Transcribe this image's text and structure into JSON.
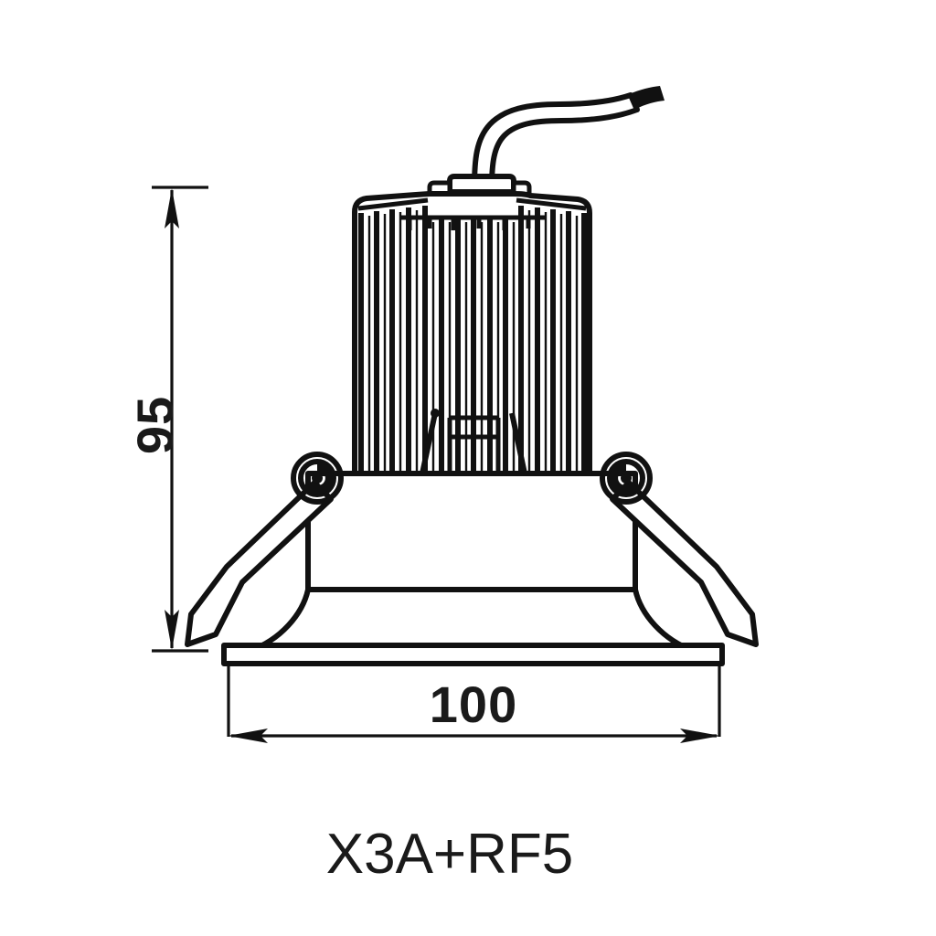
{
  "drawing": {
    "title": "X3A+RF5",
    "product_type": "recessed-led-downlight-technical-drawing",
    "background_color": "#ffffff",
    "line_color": "#111111",
    "dimensions": {
      "height": {
        "label": "95",
        "orientation": "vertical",
        "unit_implied": "mm"
      },
      "width": {
        "label": "100",
        "orientation": "horizontal",
        "unit_implied": "mm"
      }
    },
    "caption": {
      "text": "X3A+RF5"
    },
    "parts": [
      {
        "name": "power-cable",
        "description": "curved flexible cable with solid connector tip"
      },
      {
        "name": "cable-gland",
        "description": "top center cable entry boss"
      },
      {
        "name": "heat-sink",
        "description": "finned aluminium heat sink body"
      },
      {
        "name": "spring-clip-left",
        "description": "coil spring mounting clip, left"
      },
      {
        "name": "spring-clip-right",
        "description": "coil spring mounting clip, right"
      },
      {
        "name": "housing-collar",
        "description": "cylindrical housing below heat sink"
      },
      {
        "name": "trim-bezel",
        "description": "flared conical trim"
      },
      {
        "name": "mounting-flange",
        "description": "flat bottom flange ring"
      }
    ]
  }
}
